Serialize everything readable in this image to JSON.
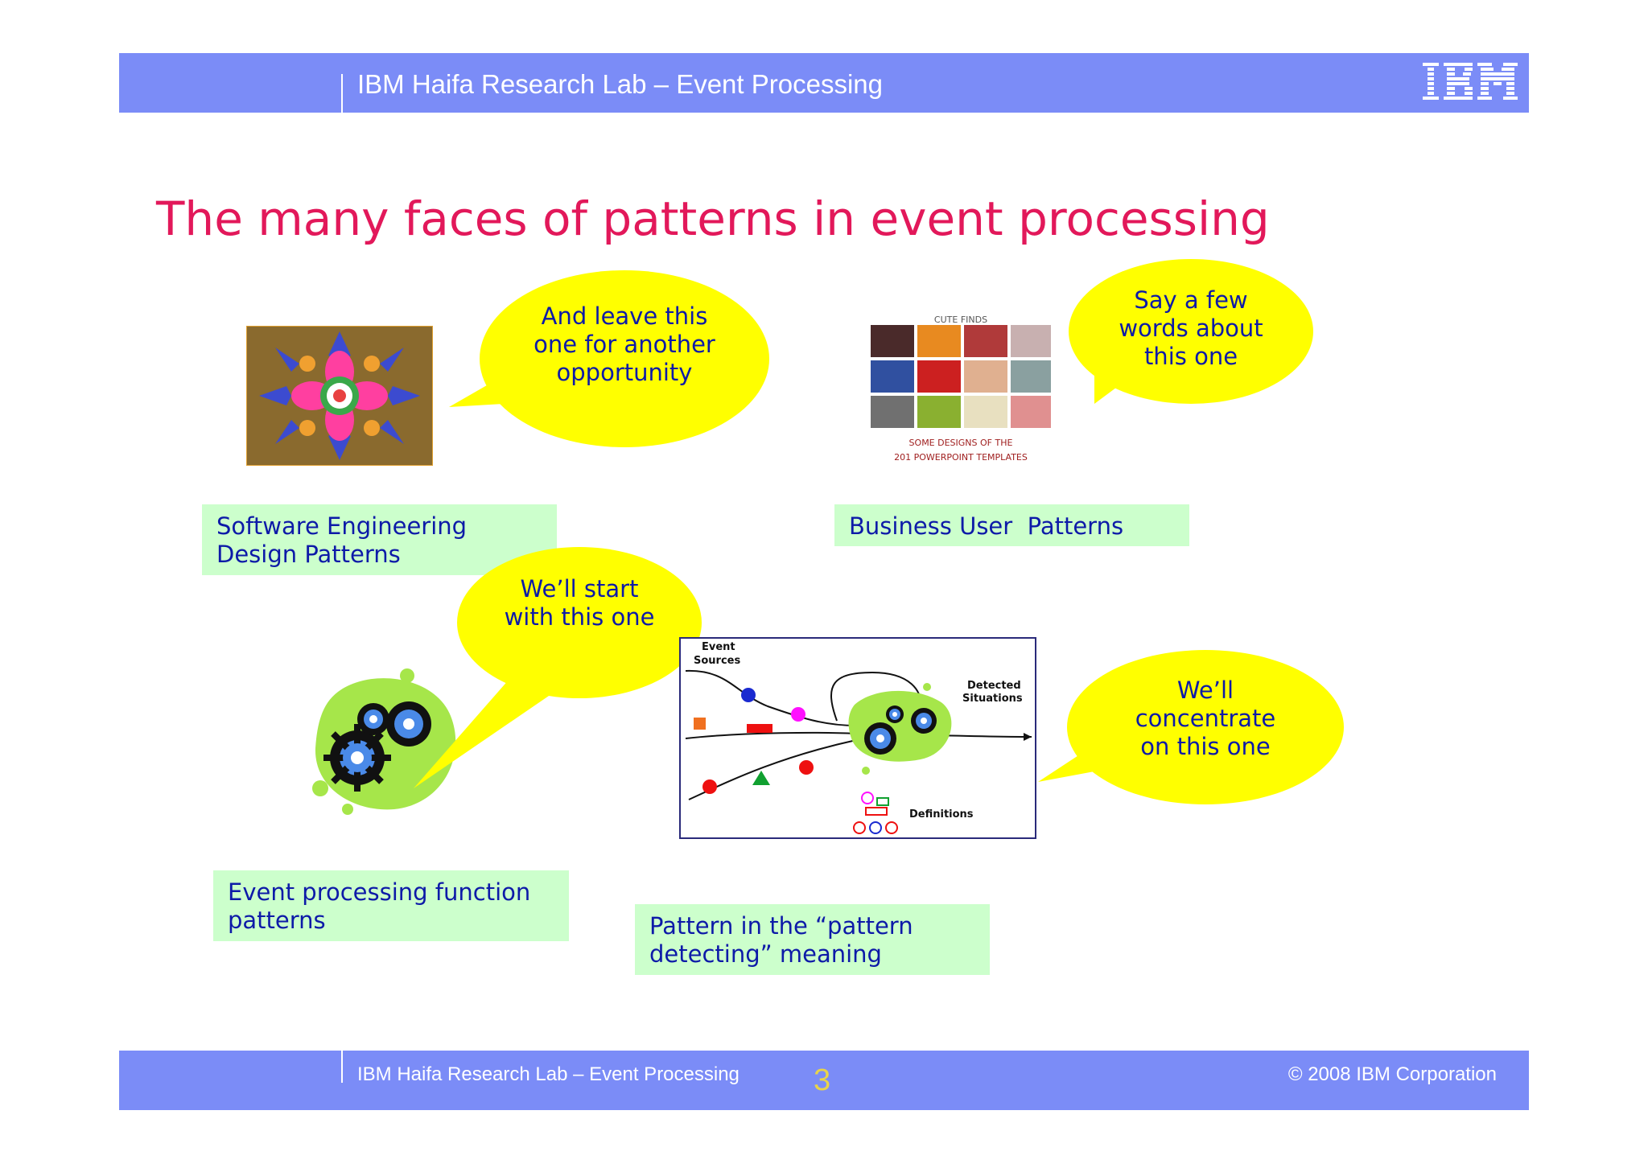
{
  "header": {
    "title": "IBM Haifa Research Lab – Event Processing",
    "logo": "IBM"
  },
  "slide": {
    "title": "The many faces of patterns in event processing",
    "labels": {
      "software": [
        "Software Engineering",
        "Design Patterns"
      ],
      "business": "Business User  Patterns",
      "function": [
        "Event processing function",
        "patterns"
      ],
      "detecting": [
        "Pattern in the “pattern",
        "detecting” meaning"
      ]
    },
    "bubbles": {
      "leave": [
        "And leave this",
        "one for another",
        "opportunity"
      ],
      "say": [
        "Say a few",
        "words about",
        "this one"
      ],
      "start": [
        "We’ll start",
        "with this one"
      ],
      "concentrate": [
        "We’ll",
        "concentrate",
        "on this one"
      ]
    },
    "templates_image": {
      "heading": "CUTE FINDS",
      "caption": [
        "SOME DESIGNS OF THE",
        "201 POWERPOINT TEMPLATES"
      ]
    },
    "diagram": {
      "event_sources": [
        "Event",
        "Sources"
      ],
      "detected_situations": [
        "Detected",
        "Situations"
      ],
      "definitions": "Definitions"
    }
  },
  "footer": {
    "text": "IBM Haifa Research Lab – Event Processing",
    "page": "3",
    "copyright": "© 2008 IBM Corporation"
  },
  "colors": {
    "band": "#7b8cf7",
    "title": "#e2185a",
    "label_bg": "#ccffcc",
    "label_text": "#0d1aa8",
    "bubble": "#ffff00"
  }
}
